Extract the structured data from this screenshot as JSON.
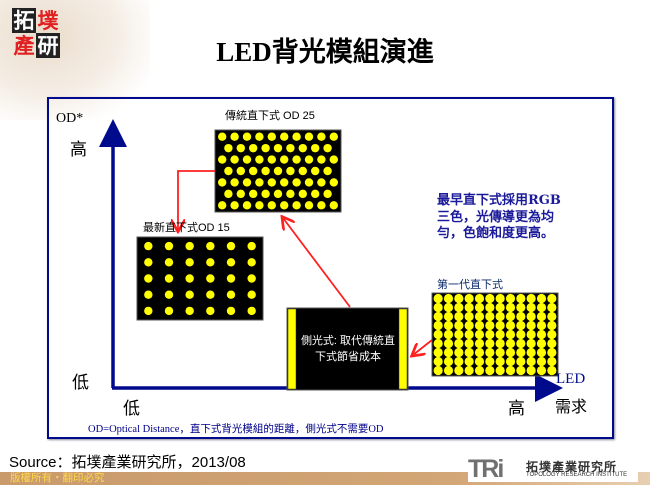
{
  "logo": {
    "chars": [
      "拓",
      "墣",
      "產",
      "研"
    ]
  },
  "title": "LED背光模組演進",
  "chart": {
    "y_axis_label": "OD*",
    "y_high": "高",
    "y_low": "低",
    "x_low": "低",
    "x_high": "高",
    "x_axis_label_1": "LED",
    "x_axis_label_2": "需求",
    "panels": [
      {
        "label": "傳統直下式 OD 25"
      },
      {
        "label": "最新直下式OD 15"
      },
      {
        "label": "第一代直下式"
      }
    ],
    "edge_lit_text": "側光式: 取代傳統直下式節省成本",
    "callout": "最早直下式採用RGB三色，光傳導更為均勻，色飽和度更高。",
    "footnote": "OD=Optical Distance，直下式背光模組的距離，側光式不需要OD"
  },
  "colors": {
    "axis": "#000a8c",
    "arrow": "#ff2020",
    "led": "#ffff00",
    "panel": "#000000"
  },
  "source": "Source：拓墣產業研究所，2013/08",
  "footer": {
    "copyright": "版權所有‧翻印必究",
    "brand": "TRi",
    "brand_cn": "拓墣產業研究所",
    "brand_en": "TOPOLOGY RESEARCH INSTITUTE"
  }
}
